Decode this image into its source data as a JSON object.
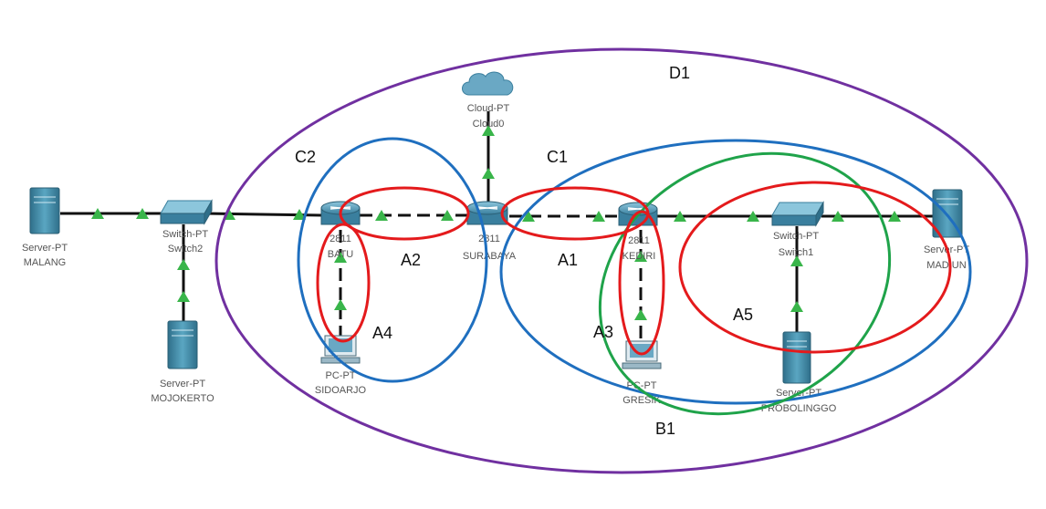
{
  "colors": {
    "link": "#111111",
    "arrow": "#39b54a",
    "purple": "#7030a0",
    "blue": "#1f6fbf",
    "green": "#1fa34a",
    "red": "#e41a1c",
    "device": "#3f8aa8"
  },
  "devices": {
    "malang": {
      "type": "Server-PT",
      "name": "MALANG"
    },
    "switch2": {
      "type": "Switch-PT",
      "name": "Switch2"
    },
    "mojokerto": {
      "type": "Server-PT",
      "name": "MOJOKERTO"
    },
    "batu": {
      "type": "2811",
      "name": "BATU"
    },
    "sidoarjo": {
      "type": "PC-PT",
      "name": "SIDOARJO"
    },
    "surabaya": {
      "type": "2811",
      "name": "SURABAYA"
    },
    "cloud": {
      "type": "Cloud-PT",
      "name": "Cloud0"
    },
    "kediri": {
      "type": "2811",
      "name": "KEDIRI"
    },
    "gresik": {
      "type": "PC-PT",
      "name": "GRESIK"
    },
    "switch1": {
      "type": "Switch-PT",
      "name": "Switch1"
    },
    "madiun": {
      "type": "Server-PT",
      "name": "MADIUN"
    },
    "probolinggo": {
      "type": "Server-PT",
      "name": "PROBOLINGGO"
    }
  },
  "regions": {
    "D1": "D1",
    "C1": "C1",
    "C2": "C2",
    "B1": "B1",
    "A1": "A1",
    "A2": "A2",
    "A3": "A3",
    "A4": "A4",
    "A5": "A5"
  }
}
